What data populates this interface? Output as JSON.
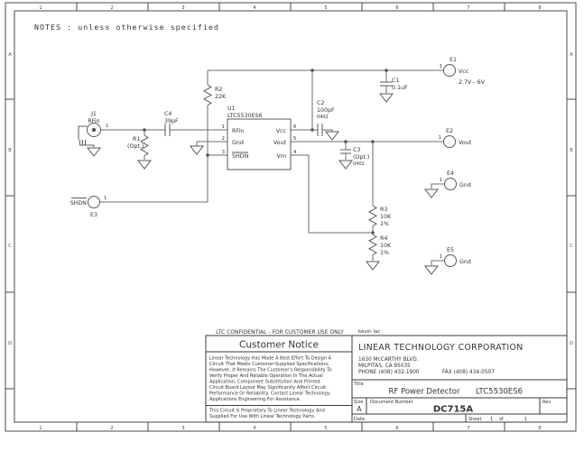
{
  "frame": {
    "zone_cols": [
      "1",
      "2",
      "3",
      "4",
      "5",
      "6",
      "7",
      "8"
    ],
    "zone_rows": [
      "A",
      "B",
      "C",
      "D"
    ]
  },
  "notes_text": "NOTES : unless otherwise specified",
  "footer": {
    "confidential": "LTC CONFIDENTIAL - FOR CUSTOMER USE ONLY",
    "author": "kevin lac"
  },
  "components": {
    "j1": {
      "ref": "J1",
      "net": "RFin",
      "pin": "1"
    },
    "u1": {
      "ref": "U1",
      "part": "LTC5530ES6",
      "pin1": "1",
      "pin2": "2",
      "pin3": "3",
      "pin4": "4",
      "pin5": "5",
      "pin6": "6",
      "pin1_label": "RFin",
      "pin2_label": "Gnd",
      "pin3_label": "SHDN",
      "pin4_label": "Vm",
      "pin5_label": "Vout",
      "pin6_label": "Vcc"
    },
    "r1": {
      "ref": "R1",
      "value": "(Opt.)"
    },
    "r2": {
      "ref": "R2",
      "value": "22K"
    },
    "r3": {
      "ref": "R3",
      "value": "10K",
      "tolerance": "1%"
    },
    "r4": {
      "ref": "R4",
      "value": "10K",
      "tolerance": "1%"
    },
    "c1": {
      "ref": "C1",
      "value": "0.1uF"
    },
    "c2": {
      "ref": "C2",
      "value": "100pF",
      "package": "0402"
    },
    "c3": {
      "ref": "C3",
      "value": "(Opt.)",
      "package": "0402"
    },
    "c4": {
      "ref": "C4",
      "value": "39pF"
    },
    "e1": {
      "ref": "E1",
      "net": "Vcc",
      "pin": "1",
      "note": "2.7V - 6V"
    },
    "e2": {
      "ref": "E2",
      "net": "Vout",
      "pin": "1"
    },
    "e3": {
      "ref": "E3",
      "net": "SHDN",
      "pin": "1"
    },
    "e4": {
      "ref": "E4",
      "net": "Gnd",
      "pin": "1"
    },
    "e5": {
      "ref": "E5",
      "net": "Gnd",
      "pin": "1"
    }
  },
  "title_block": {
    "notice_heading": "Customer Notice",
    "notice_lines": [
      "Linear Technology Has Made A Best Effort To Design A",
      "Circuit That Meets Customer-Supplied Specifications;",
      "However, It Remains The Customer's Responsibility To",
      "Verify Proper And Reliable Operation In The Actual",
      "Application. Component Substitution And Printed",
      "Circuit Board Layout May Significantly Affect Circuit",
      "Performance Or Reliability. Contact Linear Technology",
      "Applications Engineering For Assistance."
    ],
    "notice_footer": [
      "This Circuit Is Proprietary To Linear Technology And",
      "Supplied For Use With Linear Technology Parts."
    ],
    "company": {
      "name": "LINEAR TECHNOLOGY CORPORATION",
      "address1": "1630 McCARTHY BLVD.",
      "address2": "MILPITAS, CA  95035",
      "phone": "PHONE (408) 432-1900",
      "fax": "FAX (408) 434-0507"
    },
    "title_label": "Title",
    "title_part1": "RF Power Detector",
    "title_part2": "LTC5530ES6",
    "size_label": "Size",
    "size_value": "A",
    "doc_label": "Document Number",
    "doc_number": "DC715A",
    "rev_label": "Rev",
    "date_label": "Date:",
    "sheet_label": "Sheet",
    "sheet_number": "1",
    "of_label": "of",
    "sheet_total": "1"
  }
}
